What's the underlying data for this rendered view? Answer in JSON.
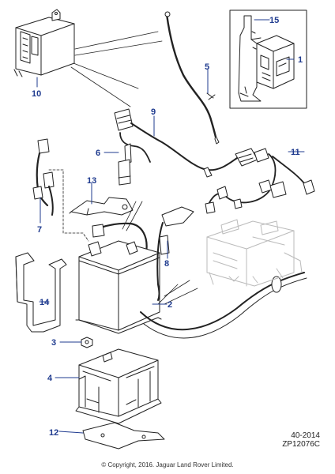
{
  "callouts": {
    "c1": "1",
    "c2": "2",
    "c3": "3",
    "c4": "4",
    "c5": "5",
    "c6": "6",
    "c7": "7",
    "c8": "8",
    "c9": "9",
    "c10": "10",
    "c11": "11",
    "c12": "12",
    "c13": "13",
    "c14": "14",
    "c15": "15"
  },
  "reference": {
    "section": "40-2014",
    "drawing_id": "ZP12076C"
  },
  "copyright": "© Copyright, 2016. Jaguar Land Rover Limited.",
  "colors": {
    "callout": "#1f3b8f",
    "line": "#222222",
    "ghost": "#bbbbbb"
  }
}
